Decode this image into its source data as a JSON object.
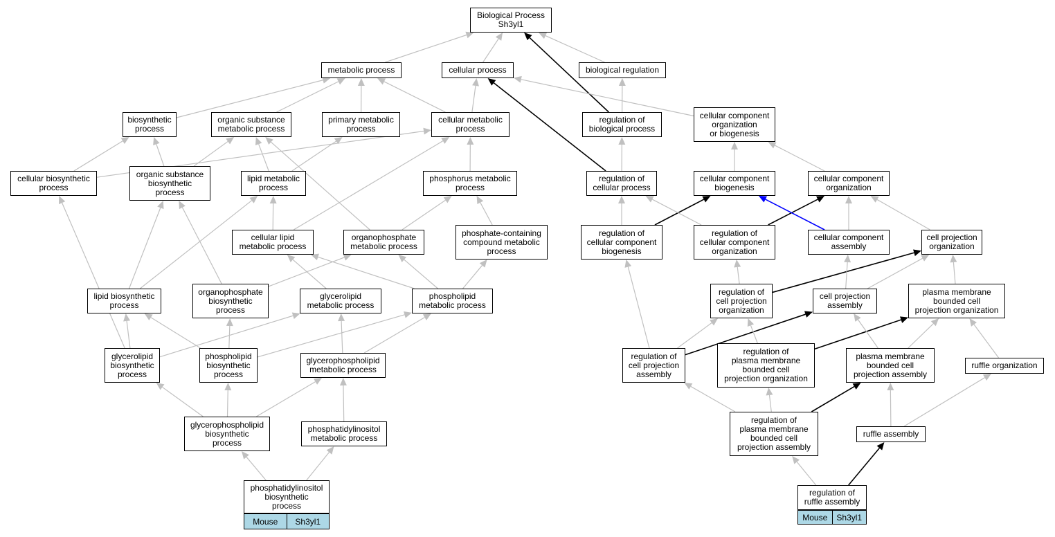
{
  "colors": {
    "edge_default": "#c0c0c0",
    "edge_highlight": "#000000",
    "edge_blue": "#0000ff",
    "legend_fill": "#add8e6"
  },
  "nodes": {
    "bp": {
      "label": "Biological Process\nSh3yl1"
    },
    "mp": {
      "label": "metabolic process"
    },
    "cp": {
      "label": "cellular process"
    },
    "br": {
      "label": "biological regulation"
    },
    "bsp": {
      "label": "biosynthetic\nprocess"
    },
    "osmp": {
      "label": "organic substance\nmetabolic process"
    },
    "pmp": {
      "label": "primary metabolic\nprocess"
    },
    "cmp": {
      "label": "cellular metabolic\nprocess"
    },
    "rbp": {
      "label": "regulation of\nbiological process"
    },
    "ccob": {
      "label": "cellular component\norganization\nor biogenesis"
    },
    "cbp": {
      "label": "cellular biosynthetic\nprocess"
    },
    "osbp": {
      "label": "organic substance\nbiosynthetic\nprocess"
    },
    "lmp": {
      "label": "lipid metabolic\nprocess"
    },
    "phmp": {
      "label": "phosphorus metabolic\nprocess"
    },
    "rcp": {
      "label": "regulation of\ncellular process"
    },
    "ccb": {
      "label": "cellular component\nbiogenesis"
    },
    "cco": {
      "label": "cellular component\norganization"
    },
    "clmp": {
      "label": "cellular lipid\nmetabolic process"
    },
    "opmp": {
      "label": "organophosphate\nmetabolic process"
    },
    "pcmp": {
      "label": "phosphate-containing\ncompound metabolic\nprocess"
    },
    "rccb": {
      "label": "regulation of\ncellular component\nbiogenesis"
    },
    "rcco": {
      "label": "regulation of\ncellular component\norganization"
    },
    "cca": {
      "label": "cellular component\nassembly"
    },
    "cpo": {
      "label": "cell projection\norganization"
    },
    "lbp": {
      "label": "lipid biosynthetic\nprocess"
    },
    "opbp": {
      "label": "organophosphate\nbiosynthetic\nprocess"
    },
    "glmp": {
      "label": "glycerolipid\nmetabolic process"
    },
    "plmp": {
      "label": "phospholipid\nmetabolic process"
    },
    "rcpo": {
      "label": "regulation of\ncell projection\norganization"
    },
    "cpa": {
      "label": "cell projection\nassembly"
    },
    "pmbcpo": {
      "label": "plasma membrane\nbounded cell\nprojection organization"
    },
    "glbp": {
      "label": "glycerolipid\nbiosynthetic\nprocess"
    },
    "plbp": {
      "label": "phospholipid\nbiosynthetic\nprocess"
    },
    "gplmp": {
      "label": "glycerophospholipid\nmetabolic process"
    },
    "rcpa": {
      "label": "regulation of\ncell projection\nassembly"
    },
    "rpmbcpo": {
      "label": "regulation of\nplasma membrane\nbounded cell\nprojection organization"
    },
    "pmbcpa": {
      "label": "plasma membrane\nbounded cell\nprojection assembly"
    },
    "ro": {
      "label": "ruffle organization"
    },
    "gplbp": {
      "label": "glycerophospholipid\nbiosynthetic\nprocess"
    },
    "pimp": {
      "label": "phosphatidylinositol\nmetabolic process"
    },
    "rpmbcpa": {
      "label": "regulation of\nplasma membrane\nbounded cell\nprojection assembly"
    },
    "ra": {
      "label": "ruffle assembly"
    },
    "pibp": {
      "label": "phosphatidylinositol\nbiosynthetic\nprocess"
    },
    "rra": {
      "label": "regulation of\nruffle assembly"
    }
  },
  "legends": {
    "pibp": {
      "species": "Mouse",
      "gene": "Sh3yl1"
    },
    "rra": {
      "species": "Mouse",
      "gene": "Sh3yl1"
    }
  },
  "edges": [
    {
      "from": "mp",
      "to": "bp",
      "style": "default"
    },
    {
      "from": "cp",
      "to": "bp",
      "style": "default"
    },
    {
      "from": "br",
      "to": "bp",
      "style": "default"
    },
    {
      "from": "rbp",
      "to": "bp",
      "style": "highlight"
    },
    {
      "from": "rbp",
      "to": "br",
      "style": "default"
    },
    {
      "from": "bsp",
      "to": "mp",
      "style": "default"
    },
    {
      "from": "osmp",
      "to": "mp",
      "style": "default"
    },
    {
      "from": "pmp",
      "to": "mp",
      "style": "default"
    },
    {
      "from": "cmp",
      "to": "mp",
      "style": "default"
    },
    {
      "from": "cmp",
      "to": "cp",
      "style": "default"
    },
    {
      "from": "ccob",
      "to": "cp",
      "style": "default"
    },
    {
      "from": "rcp",
      "to": "cp",
      "style": "highlight"
    },
    {
      "from": "rcp",
      "to": "rbp",
      "style": "default"
    },
    {
      "from": "cbp",
      "to": "bsp",
      "style": "default"
    },
    {
      "from": "cbp",
      "to": "cmp",
      "style": "default"
    },
    {
      "from": "osbp",
      "to": "bsp",
      "style": "default"
    },
    {
      "from": "osbp",
      "to": "osmp",
      "style": "default"
    },
    {
      "from": "lmp",
      "to": "osmp",
      "style": "default"
    },
    {
      "from": "lmp",
      "to": "pmp",
      "style": "default"
    },
    {
      "from": "phmp",
      "to": "cmp",
      "style": "default"
    },
    {
      "from": "clmp",
      "to": "lmp",
      "style": "default"
    },
    {
      "from": "clmp",
      "to": "cmp",
      "style": "default"
    },
    {
      "from": "opmp",
      "to": "osmp",
      "style": "default"
    },
    {
      "from": "opmp",
      "to": "phmp",
      "style": "default"
    },
    {
      "from": "pcmp",
      "to": "phmp",
      "style": "default"
    },
    {
      "from": "ccb",
      "to": "ccob",
      "style": "default"
    },
    {
      "from": "cco",
      "to": "ccob",
      "style": "default"
    },
    {
      "from": "rccb",
      "to": "rcp",
      "style": "default"
    },
    {
      "from": "rccb",
      "to": "ccb",
      "style": "highlight"
    },
    {
      "from": "rcco",
      "to": "rcp",
      "style": "default"
    },
    {
      "from": "rcco",
      "to": "cco",
      "style": "highlight"
    },
    {
      "from": "cca",
      "to": "cco",
      "style": "default"
    },
    {
      "from": "cca",
      "to": "ccb",
      "style": "blue"
    },
    {
      "from": "cpo",
      "to": "cco",
      "style": "default"
    },
    {
      "from": "lbp",
      "to": "osbp",
      "style": "default"
    },
    {
      "from": "lbp",
      "to": "lmp",
      "style": "default"
    },
    {
      "from": "opbp",
      "to": "osbp",
      "style": "default"
    },
    {
      "from": "opbp",
      "to": "opmp",
      "style": "default"
    },
    {
      "from": "glmp",
      "to": "clmp",
      "style": "default"
    },
    {
      "from": "plmp",
      "to": "clmp",
      "style": "default"
    },
    {
      "from": "plmp",
      "to": "opmp",
      "style": "default"
    },
    {
      "from": "plmp",
      "to": "pcmp",
      "style": "default"
    },
    {
      "from": "rcpo",
      "to": "rcco",
      "style": "default"
    },
    {
      "from": "rcpo",
      "to": "cpo",
      "style": "highlight"
    },
    {
      "from": "cpa",
      "to": "cca",
      "style": "default"
    },
    {
      "from": "cpa",
      "to": "cpo",
      "style": "default"
    },
    {
      "from": "pmbcpo",
      "to": "cpo",
      "style": "default"
    },
    {
      "from": "glbp",
      "to": "cbp",
      "style": "default"
    },
    {
      "from": "glbp",
      "to": "lbp",
      "style": "default"
    },
    {
      "from": "glbp",
      "to": "glmp",
      "style": "default"
    },
    {
      "from": "plbp",
      "to": "lbp",
      "style": "default"
    },
    {
      "from": "plbp",
      "to": "opbp",
      "style": "default"
    },
    {
      "from": "plbp",
      "to": "plmp",
      "style": "default"
    },
    {
      "from": "gplmp",
      "to": "glmp",
      "style": "default"
    },
    {
      "from": "gplmp",
      "to": "plmp",
      "style": "default"
    },
    {
      "from": "rcpa",
      "to": "rccb",
      "style": "default"
    },
    {
      "from": "rcpa",
      "to": "rcpo",
      "style": "default"
    },
    {
      "from": "rcpa",
      "to": "cpa",
      "style": "highlight"
    },
    {
      "from": "rpmbcpo",
      "to": "rcpo",
      "style": "default"
    },
    {
      "from": "rpmbcpo",
      "to": "pmbcpo",
      "style": "highlight"
    },
    {
      "from": "pmbcpa",
      "to": "cpa",
      "style": "default"
    },
    {
      "from": "pmbcpa",
      "to": "pmbcpo",
      "style": "default"
    },
    {
      "from": "ro",
      "to": "pmbcpo",
      "style": "default"
    },
    {
      "from": "gplbp",
      "to": "glbp",
      "style": "default"
    },
    {
      "from": "gplbp",
      "to": "plbp",
      "style": "default"
    },
    {
      "from": "gplbp",
      "to": "gplmp",
      "style": "default"
    },
    {
      "from": "pimp",
      "to": "gplmp",
      "style": "default"
    },
    {
      "from": "rpmbcpa",
      "to": "rcpa",
      "style": "default"
    },
    {
      "from": "rpmbcpa",
      "to": "rpmbcpo",
      "style": "default"
    },
    {
      "from": "rpmbcpa",
      "to": "pmbcpa",
      "style": "highlight"
    },
    {
      "from": "ra",
      "to": "pmbcpa",
      "style": "default"
    },
    {
      "from": "ra",
      "to": "ro",
      "style": "default"
    },
    {
      "from": "pibp",
      "to": "gplbp",
      "style": "default"
    },
    {
      "from": "pibp",
      "to": "pimp",
      "style": "default"
    },
    {
      "from": "rra",
      "to": "rpmbcpa",
      "style": "default"
    },
    {
      "from": "rra",
      "to": "ra",
      "style": "highlight"
    }
  ]
}
